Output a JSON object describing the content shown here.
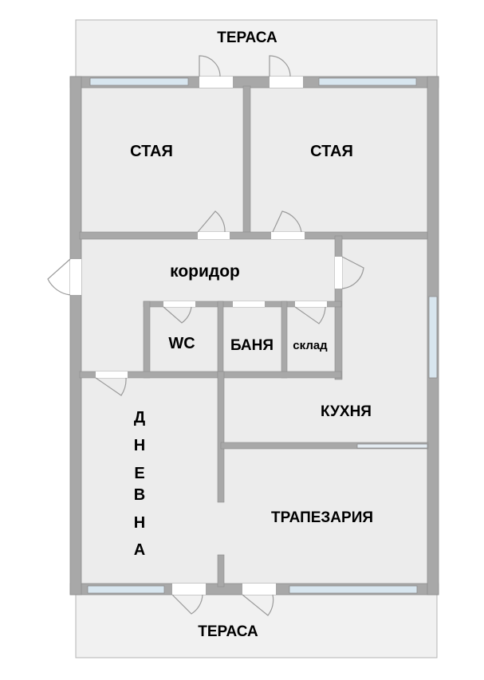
{
  "labels": {
    "terrace_top": "ТЕРАСА",
    "room_left": "СТАЯ",
    "room_right": "СТАЯ",
    "corridor": "коридор",
    "wc": "WC",
    "bathroom": "БАНЯ",
    "storage": "склад",
    "kitchen": "КУХНЯ",
    "living": [
      "Д",
      "Н",
      "Е",
      "В",
      "Н",
      "А"
    ],
    "dining": "ТРАПЕЗАРИЯ",
    "terrace_bottom": "ТЕРАСА"
  },
  "colors": {
    "floor": "#ececec",
    "wall": "#a8a8a8",
    "wall_edge": "#8c8c8c",
    "terrace": "#f1f1f1",
    "terrace_edge": "#b4b4b4",
    "window": "#d8e6ef",
    "door": "#9a9a9a"
  }
}
